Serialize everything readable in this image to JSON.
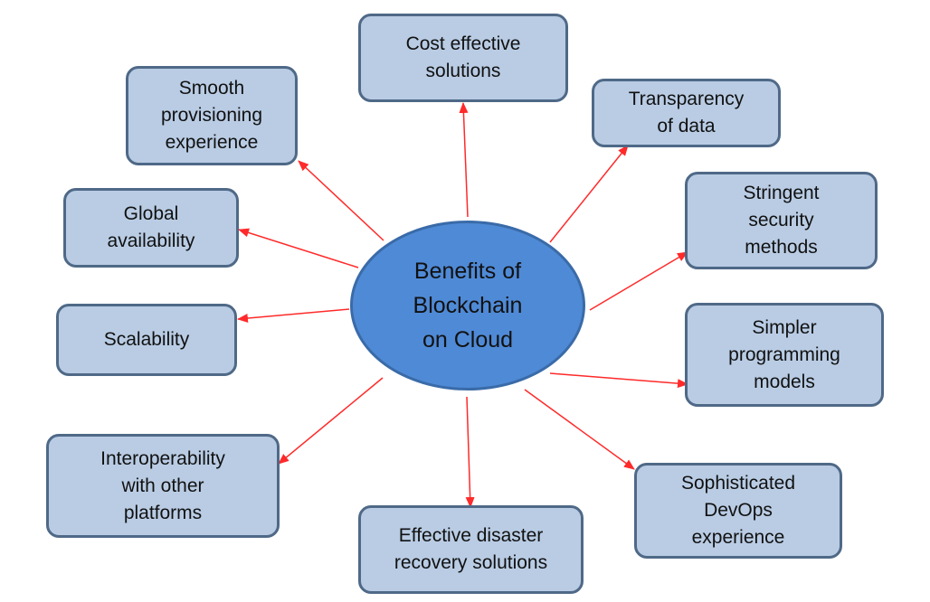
{
  "diagram": {
    "center": "Benefits of\nBlockchain\non Cloud",
    "benefits": {
      "cost": "Cost effective\nsolutions",
      "transparency": "Transparency\nof data",
      "smooth": "Smooth\nprovisioning\nexperience",
      "global": "Global\navailability",
      "stringent": "Stringent\nsecurity\nmethods",
      "scalability": "Scalability",
      "simpler": "Simpler\nprogramming\nmodels",
      "interop": "Interoperability\nwith other\nplatforms",
      "devops": "Sophisticated\nDevOps\nexperience",
      "disaster": "Effective disaster\nrecovery solutions"
    }
  },
  "colors": {
    "arrow": "#ff2a2a",
    "box_fill": "#b9cce4",
    "box_border": "#4f6987",
    "hub_fill": "#4f8ad6",
    "hub_border": "#3a6ba8"
  }
}
